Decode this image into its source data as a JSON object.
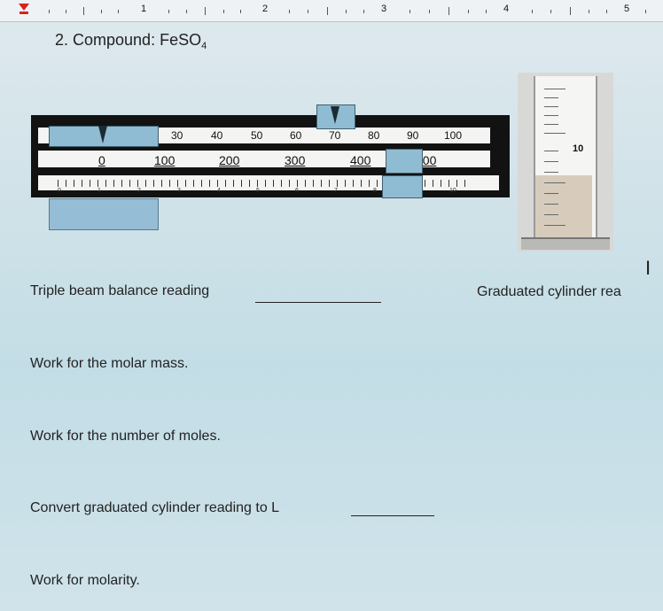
{
  "ruler": {
    "numbers": [
      "1",
      "2",
      "3",
      "4",
      "5"
    ]
  },
  "title": {
    "prefix": "2.  Compound: FeSO",
    "subscript": "4"
  },
  "balance": {
    "beam1_labels": [
      "30",
      "40",
      "50",
      "60",
      "70",
      "80",
      "90",
      "100"
    ],
    "beam2_labels": [
      "0",
      "100",
      "200",
      "300",
      "400",
      "500"
    ],
    "beam3_labels": [
      "0",
      "1",
      "2",
      "3",
      "4",
      "5",
      "6",
      "7",
      "8",
      "9",
      "10"
    ]
  },
  "cylinder": {
    "label": "10"
  },
  "questions": {
    "balance_reading": "Triple beam balance reading",
    "cylinder_reading": "Graduated cylinder rea",
    "molar_mass": "Work for the molar mass.",
    "moles": "Work for the number of moles.",
    "convert": "Convert graduated cylinder reading to L",
    "molarity": "Work for molarity."
  },
  "colors": {
    "rider_blue": "#8fbcd3",
    "ruler_marker": "#d9231c",
    "balance_frame": "#121212"
  }
}
